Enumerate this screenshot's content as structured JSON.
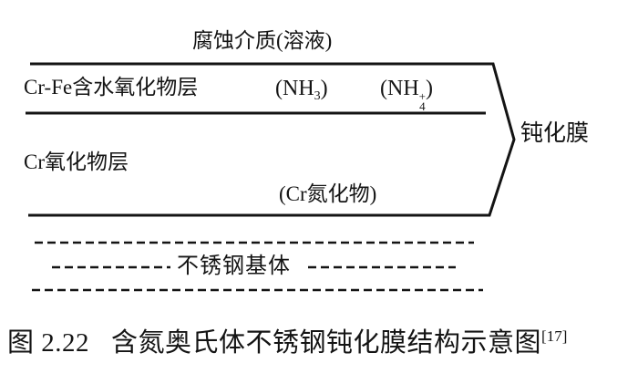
{
  "figure": {
    "medium_label": "腐蚀介质(溶液)",
    "layer1_label": "Cr-Fe含水氧化物层",
    "nh3": {
      "pre": "(NH",
      "sub": "3",
      "post": ")"
    },
    "nh4": {
      "pre": "(NH",
      "sup": "+",
      "sub": "4",
      "post": ")"
    },
    "layer2_label": "Cr氧化物层",
    "nitride_label": "(Cr氮化物)",
    "brace_label": "钝化膜",
    "substrate_label": "不锈钢基体"
  },
  "caption": {
    "number": "图 2.22",
    "title": "含氮奥氏体不锈钢钝化膜结构示意图",
    "reference": "[17]"
  },
  "colors": {
    "ink": "#141414",
    "background": "#ffffff"
  }
}
